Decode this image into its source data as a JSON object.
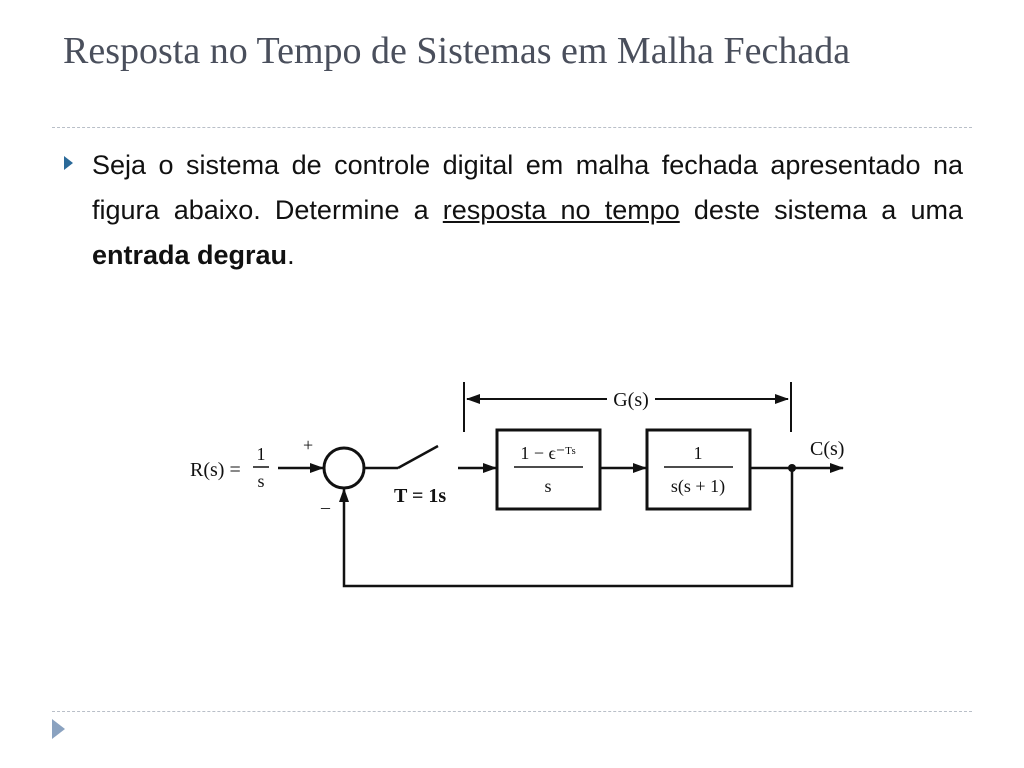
{
  "slide": {
    "title": "Resposta no Tempo de Sistemas em Malha Fechada",
    "bullet": {
      "part1": "Seja o sistema de controle digital em malha fechada apresentado na figura abaixo. Determine a ",
      "underlined": "resposta no tempo",
      "part2": " deste sistema a uma ",
      "bold": "entrada degrau",
      "part3": "."
    }
  },
  "diagram": {
    "input_label": "R(s) =",
    "input_num": "1",
    "input_den": "s",
    "plus_sign": "+",
    "minus_sign": "–",
    "sampler_label": "T = 1s",
    "hold_num": "1 − ϵ⁻ᵀˢ",
    "hold_den": "s",
    "plant_num": "1",
    "plant_den": "s(s + 1)",
    "forward_label": "G(s)",
    "output_label": "C(s)"
  }
}
